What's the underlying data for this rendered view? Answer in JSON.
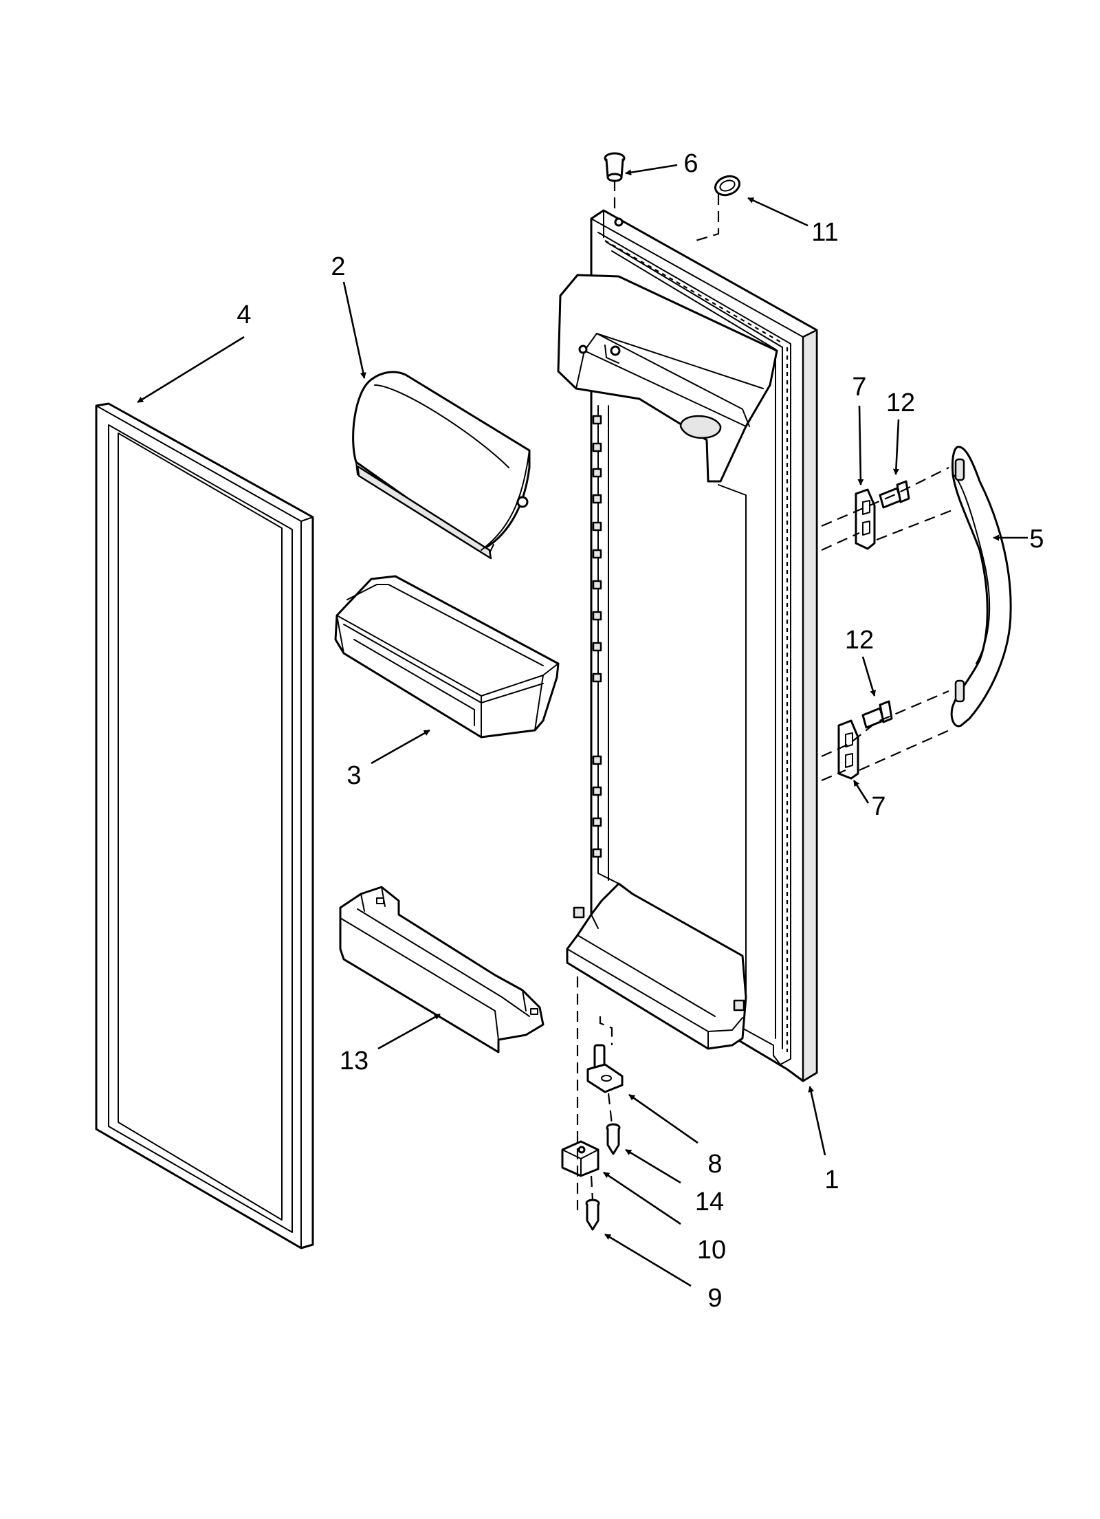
{
  "diagram": {
    "background_color": "#ffffff",
    "line_color": "#000000",
    "callouts": [
      {
        "id": "c1",
        "label": "1"
      },
      {
        "id": "c2",
        "label": "2"
      },
      {
        "id": "c3",
        "label": "3"
      },
      {
        "id": "c4",
        "label": "4"
      },
      {
        "id": "c5",
        "label": "5"
      },
      {
        "id": "c6",
        "label": "6"
      },
      {
        "id": "c7a",
        "label": "7"
      },
      {
        "id": "c7b",
        "label": "7"
      },
      {
        "id": "c8",
        "label": "8"
      },
      {
        "id": "c9",
        "label": "9"
      },
      {
        "id": "c10",
        "label": "10"
      },
      {
        "id": "c11",
        "label": "11"
      },
      {
        "id": "c12a",
        "label": "12"
      },
      {
        "id": "c12b",
        "label": "12"
      },
      {
        "id": "c13",
        "label": "13"
      },
      {
        "id": "c14",
        "label": "14"
      }
    ]
  }
}
